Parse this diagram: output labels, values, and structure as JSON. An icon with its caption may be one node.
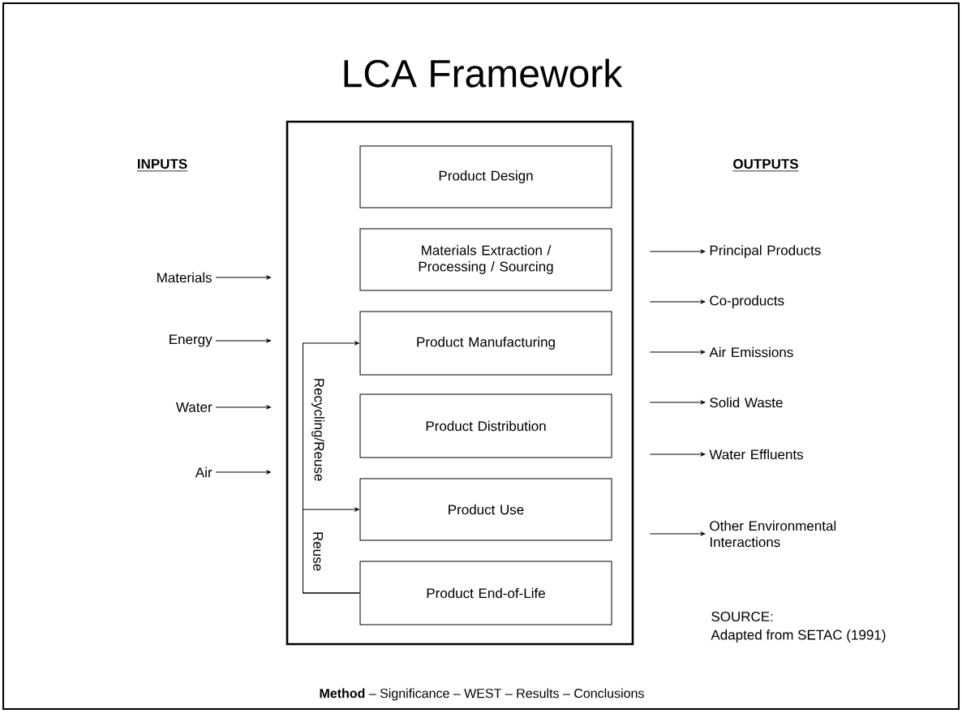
{
  "diagram": {
    "title": "LCA Framework",
    "nodes": [
      {
        "text": [],
        "shape": "box"
      },
      {
        "text": [
          "Product Design"
        ],
        "in": 0
      },
      {
        "text": [
          "Materials Extraction / Processing / Sourcing"
        ],
        "in": 0
      },
      {
        "text": [
          "Product Manufacturing"
        ],
        "in": 0
      },
      {
        "text": [
          "Product Distribution"
        ],
        "in": 0
      },
      {
        "text": [
          "Product Use"
        ],
        "in": 0
      },
      {
        "text": [
          "Product End-of-Life"
        ],
        "in": 0
      },
      {
        "text": [
          "Materials"
        ]
      },
      {
        "text": [
          "Energy"
        ]
      },
      {
        "text": [
          "Water"
        ]
      },
      {
        "text": [
          "Air"
        ]
      },
      {
        "text": [
          "Principal Products"
        ]
      },
      {
        "text": [
          "Co-products"
        ]
      },
      {
        "text": [
          "Air Emissions"
        ]
      },
      {
        "text": [
          "Solid Waste"
        ]
      },
      {
        "text": [
          "Water Effluents"
        ]
      },
      {
        "text": [
          "Other Environmental Interactions"
        ]
      }
    ],
    "edges": [
      {
        "from": 7,
        "to": 0,
        "arrow": "to"
      },
      {
        "from": 8,
        "to": 0,
        "arrow": "to"
      },
      {
        "from": 9,
        "to": 0,
        "arrow": "to"
      },
      {
        "from": 10,
        "to": 0,
        "arrow": "to"
      },
      {
        "from": 0,
        "to": 11,
        "arrow": "to"
      },
      {
        "from": 0,
        "to": 12,
        "arrow": "to"
      },
      {
        "from": 0,
        "to": 13,
        "arrow": "to"
      },
      {
        "from": 0,
        "to": 14,
        "arrow": "to"
      },
      {
        "from": 0,
        "to": 15,
        "arrow": "to"
      },
      {
        "from": 0,
        "to": 16,
        "arrow": "to"
      },
      {
        "from": 6,
        "to": 3,
        "arrow": "to",
        "label": "Recycling/Reuse"
      },
      {
        "from": 6,
        "to": 5,
        "arrow": "to",
        "label": "Reuse"
      }
    ],
    "labels": [
      "INPUTS",
      "OUTPUTS",
      "SOURCE:",
      "Adapted from SETAC (1991)",
      "**Method** – Significance – WEST – Results – Conclusions"
    ]
  }
}
